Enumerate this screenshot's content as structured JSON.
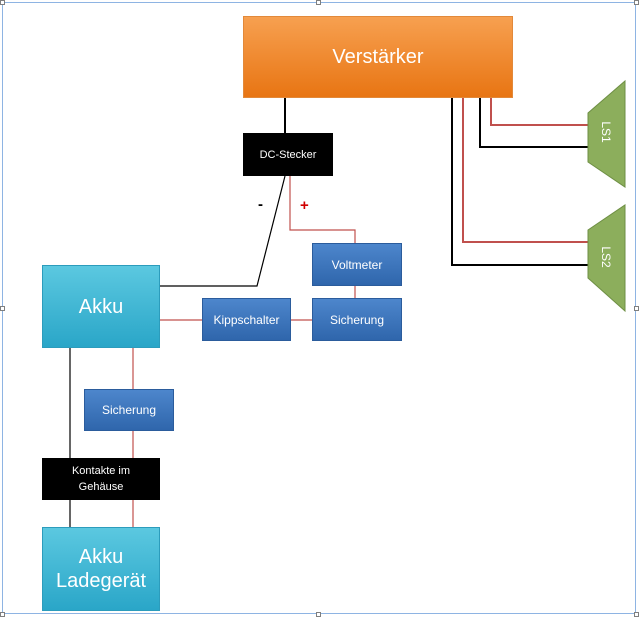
{
  "diagram": {
    "blocks": {
      "verstaerker": "Verstärker",
      "dc_stecker": "DC-Stecker",
      "voltmeter": "Voltmeter",
      "akku": "Akku",
      "kippschalter": "Kippschalter",
      "sicherung_right": "Sicherung",
      "sicherung_left": "Sicherung",
      "kontakte": "Kontakte im Gehäuse",
      "ladegeraet_line1": "Akku",
      "ladegeraet_line2": "Ladegerät"
    },
    "speakers": {
      "ls1": "LS1",
      "ls2": "LS2"
    },
    "polarity": {
      "minus": "-",
      "plus": "+"
    },
    "colors": {
      "wire_positive": "#c0504d",
      "wire_negative": "#000000",
      "speaker_fill": "#8cae5c",
      "amplifier": "#ee7c1e",
      "battery": "#31b0d4",
      "module": "#3a73bb"
    }
  }
}
